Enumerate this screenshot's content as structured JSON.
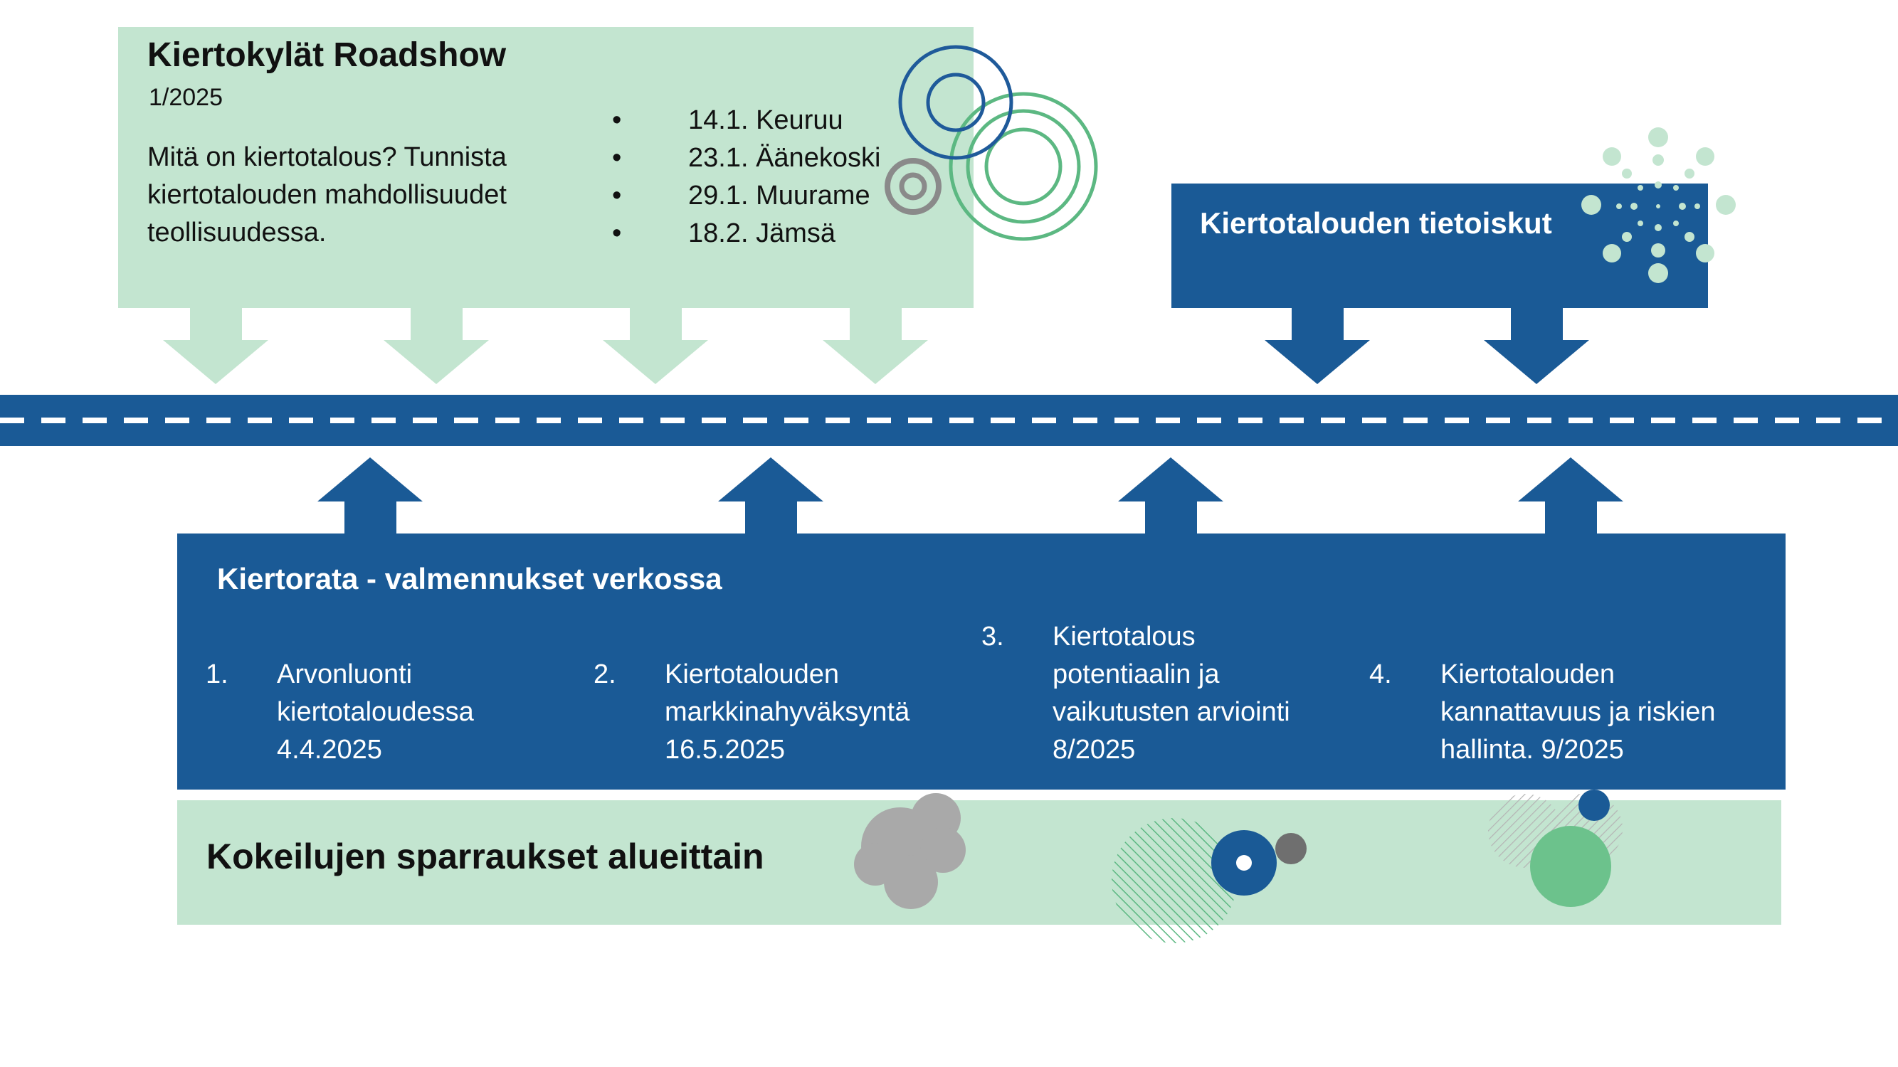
{
  "roadshow": {
    "title": "Kiertokylät Roadshow",
    "date": "1/2025",
    "description": "Mitä on kiertotalous? Tunnista kiertotalouden mahdollisuudet teollisuudessa.",
    "events": [
      {
        "bullet": "•",
        "text": "14.1. Keuruu"
      },
      {
        "bullet": "•",
        "text": "23.1. Äänekoski"
      },
      {
        "bullet": "•",
        "text": "29.1. Muurame"
      },
      {
        "bullet": "•",
        "text": "18.2. Jämsä"
      }
    ]
  },
  "tietoiskut": {
    "title": "Kiertotalouden tietoiskut"
  },
  "kiertorata": {
    "title": "Kiertorata - valmennukset verkossa",
    "courses": [
      {
        "number": "1.",
        "lines": [
          "Arvonluonti",
          "kiertotaloudessa",
          "4.4.2025"
        ]
      },
      {
        "number": "2.",
        "lines": [
          "Kiertotalouden",
          "markkinahyväksyntä",
          "16.5.2025"
        ]
      },
      {
        "number": "3.",
        "lines": [
          "Kiertotalous",
          "potentiaalin ja",
          "vaikutusten arviointi",
          "8/2025"
        ]
      },
      {
        "number": "4.",
        "lines": [
          "Kiertotalouden",
          "kannattavuus ja riskien",
          "hallinta. 9/2025"
        ]
      }
    ]
  },
  "kokeilut": {
    "title": "Kokeilujen sparraukset alueittain"
  },
  "colors": {
    "light_green": "#c3e5d0",
    "dark_blue": "#1a5a96",
    "mid_green": "#5cb882",
    "grey": "#8c8c8c"
  }
}
